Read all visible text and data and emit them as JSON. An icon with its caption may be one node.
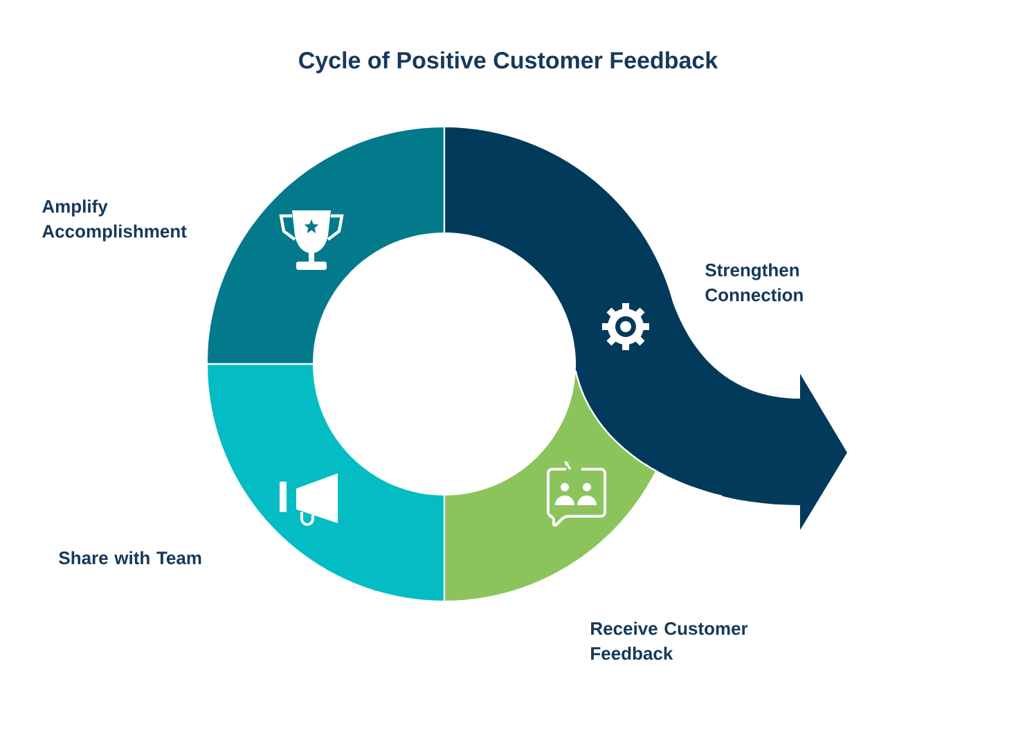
{
  "diagram": {
    "title": "Cycle of Positive Customer Feedback",
    "nodes": [
      {
        "text": [],
        "shape": "segment",
        "beside": [
          "Amplify Accomplishment"
        ]
      },
      {
        "text": [],
        "shape": "arrow",
        "beside": [
          "Strengthen Connection"
        ]
      },
      {
        "text": [],
        "shape": "segment",
        "beside": [
          "Share with Team"
        ]
      },
      {
        "text": [],
        "shape": "segment",
        "beside": [
          "Receive Customer Feedback"
        ]
      }
    ]
  }
}
